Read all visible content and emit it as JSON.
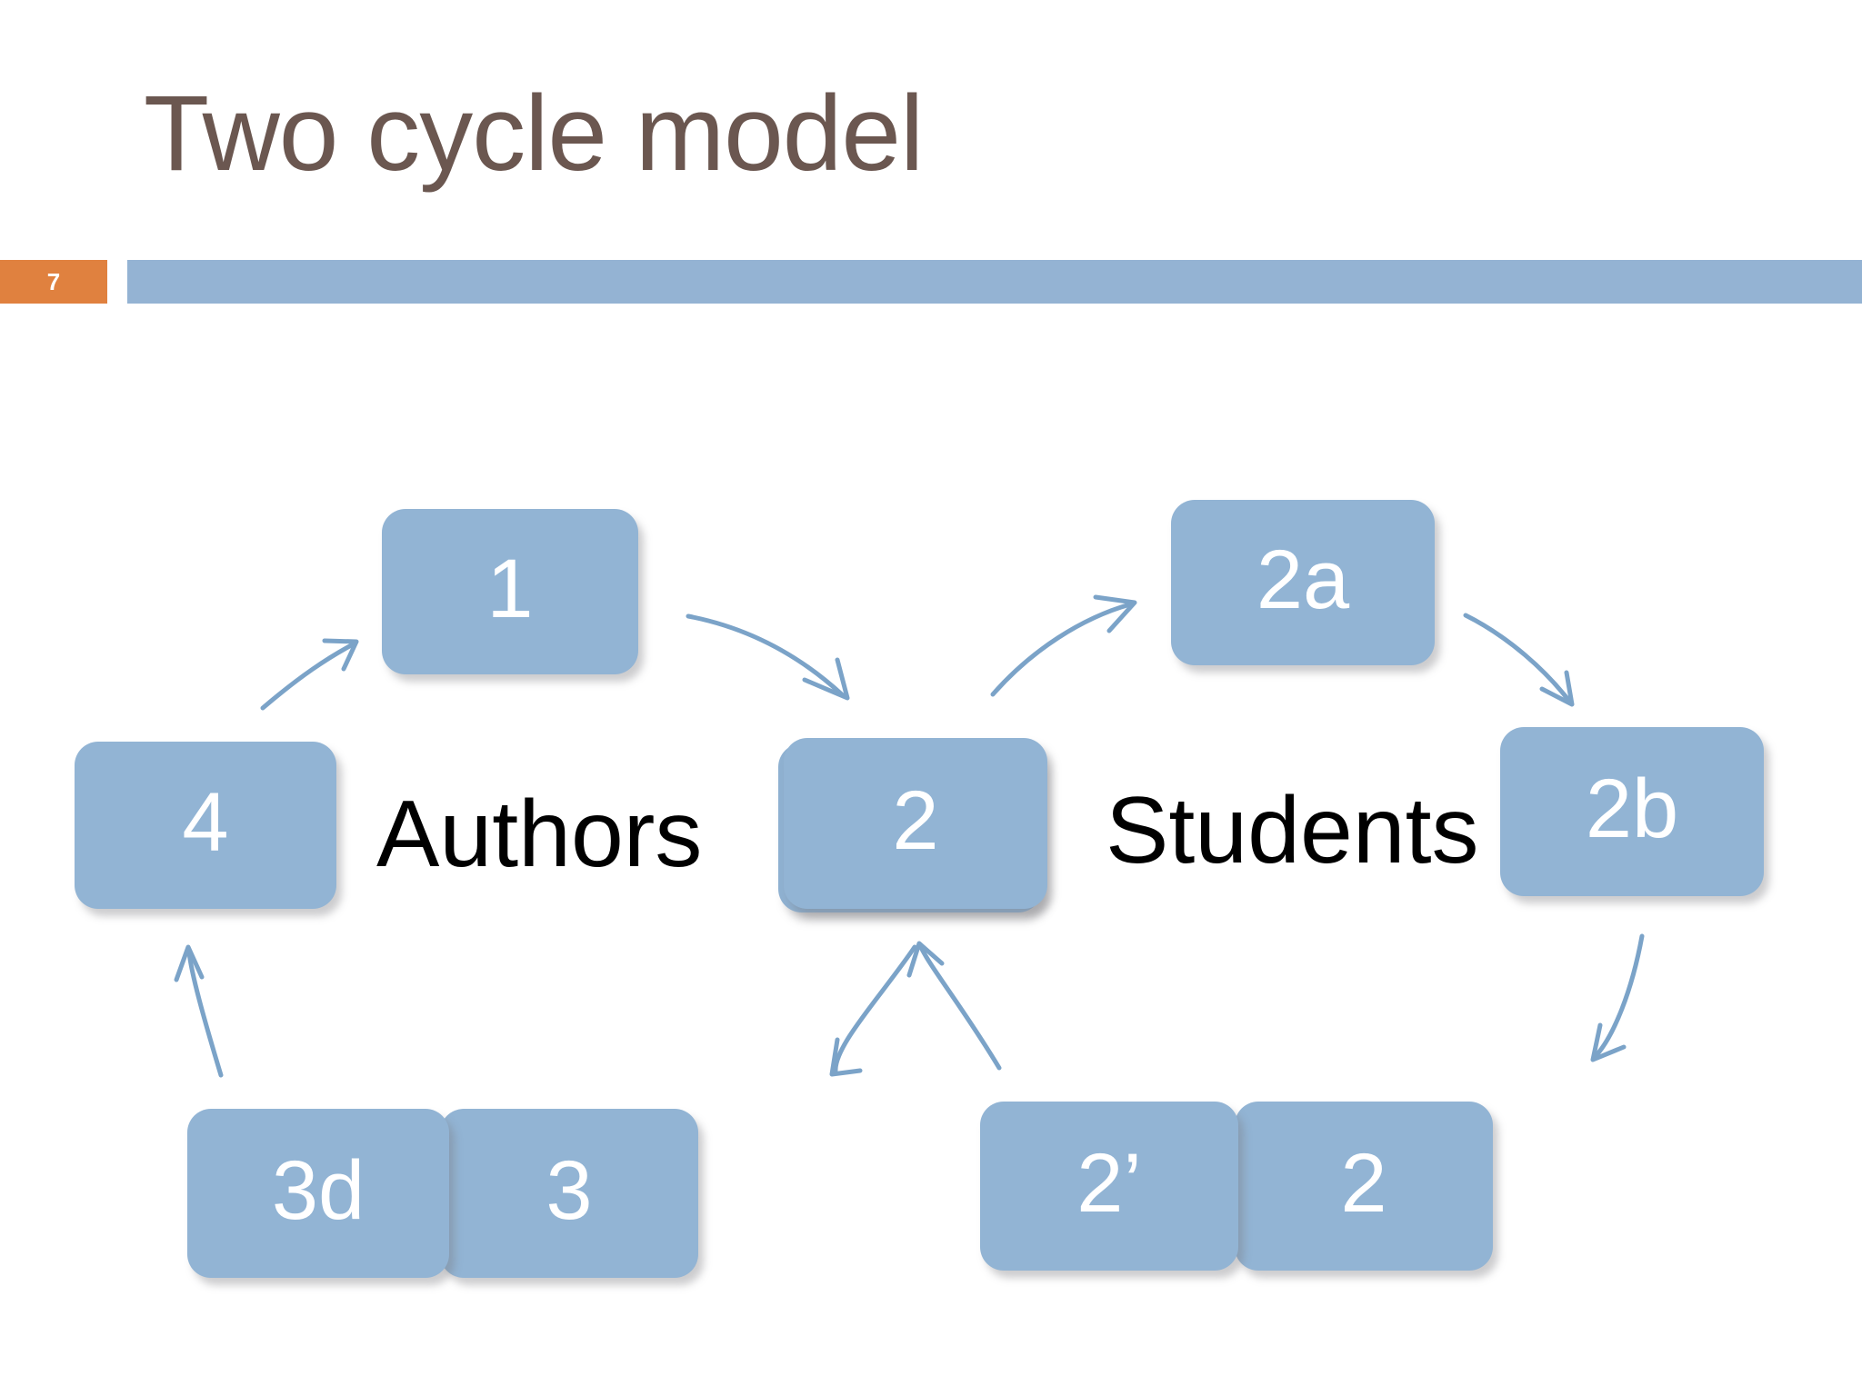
{
  "slide": {
    "title": "Two cycle model",
    "page_number": "7",
    "accent_orange": "#e0813f",
    "accent_blue": "#94b3d3",
    "node_blue": "#92b4d4",
    "title_color": "#6b5750",
    "arrow_color": "#7ba3c8",
    "background": "#ffffff"
  },
  "diagram": {
    "type": "two-cycle-flow",
    "cycles": [
      {
        "name": "authors",
        "label": "Authors"
      },
      {
        "name": "students",
        "label": "Students"
      }
    ],
    "nodes": [
      {
        "id": "n1",
        "label": "1",
        "cycle": "authors"
      },
      {
        "id": "n2c",
        "label": "2",
        "cycle": "shared"
      },
      {
        "id": "n3",
        "label": "3",
        "cycle": "authors"
      },
      {
        "id": "n3d",
        "label": "3d",
        "cycle": "authors"
      },
      {
        "id": "n4",
        "label": "4",
        "cycle": "authors"
      },
      {
        "id": "n2a",
        "label": "2a",
        "cycle": "students"
      },
      {
        "id": "n2b",
        "label": "2b",
        "cycle": "students"
      },
      {
        "id": "n2bot",
        "label": "2",
        "cycle": "students"
      },
      {
        "id": "n2p",
        "label": "2’",
        "cycle": "students"
      }
    ],
    "edges": [
      {
        "from": "n1",
        "to": "n2c"
      },
      {
        "from": "n2c",
        "to": "n3"
      },
      {
        "from": "n3",
        "to": "n3d"
      },
      {
        "from": "n3d",
        "to": "n4"
      },
      {
        "from": "n4",
        "to": "n1"
      },
      {
        "from": "n2c",
        "to": "n2a"
      },
      {
        "from": "n2a",
        "to": "n2b"
      },
      {
        "from": "n2b",
        "to": "n2bot"
      },
      {
        "from": "n2bot",
        "to": "n2p"
      },
      {
        "from": "n2p",
        "to": "n2c"
      }
    ]
  }
}
